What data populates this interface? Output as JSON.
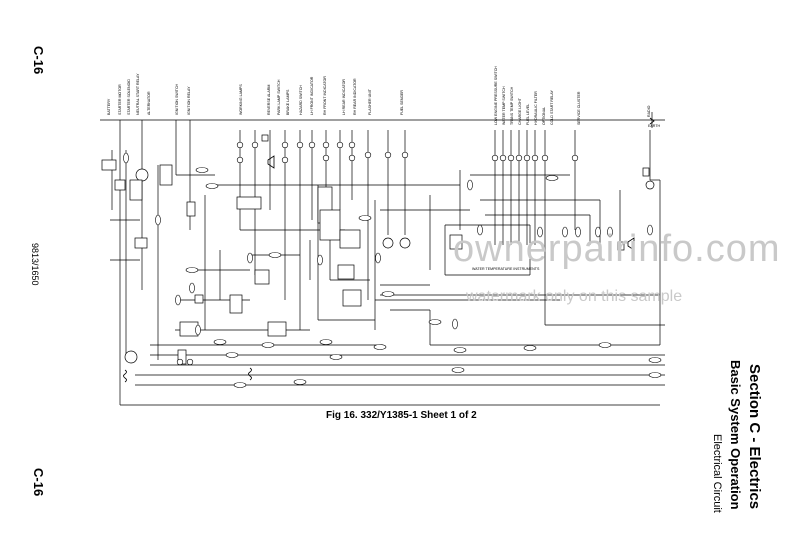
{
  "page": {
    "page_number_top": "C-16",
    "page_number_bottom": "C-16",
    "document_code": "9813/1650"
  },
  "section": {
    "title": "Section C - Electrics",
    "subtitle": "Basic System Operation",
    "subsubtitle": "Electrical Circuit"
  },
  "figure": {
    "caption": "Fig 16. 332/Y1385-1 Sheet 1 of 2"
  },
  "watermark": {
    "line1": "ownerpairinfo.com",
    "line2": "watermark only on this sample"
  },
  "diagram": {
    "labels_top": [
      "BATTERY",
      "STARTER MOTOR",
      "STARTER SOLENOID",
      "NEUTRAL START RELAY",
      "ALTERNATOR",
      "IGNITION SWITCH",
      "IGNITION RELAY",
      "WORKING LAMPS",
      "REVERSE ALARM",
      "PARK LAMP SWITCH",
      "BRAKE LAMPS",
      "HAZARD SWITCH",
      "LH FRONT INDICATOR",
      "RH FRONT INDICATOR",
      "LH REAR INDICATOR",
      "RH REAR INDICATOR",
      "FLASHER UNIT",
      "FUEL SENDER",
      "LOW ENGINE PRESSURE SWITCH",
      "WATER TEMP SWITCH",
      "TRANS TEMP SWITCH",
      "CHARGE LIGHT",
      "FUEL LEVEL",
      "HYDRAULIC FILTER",
      "OPTIONAL",
      "COLD START RELAY",
      "SERVICE CLUSTER",
      "RADIO",
      "EARTH"
    ],
    "label_gauges": "WATER TEMPERATURE INSTRUMENTS"
  }
}
